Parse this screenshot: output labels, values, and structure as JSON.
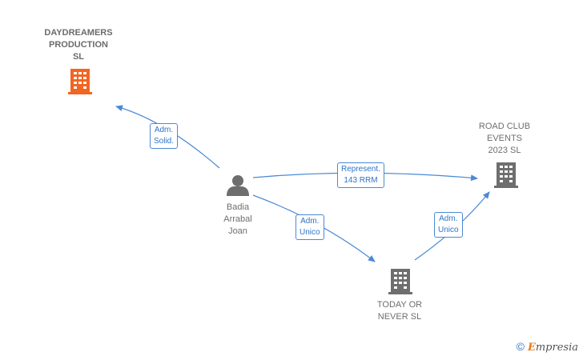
{
  "nodes": {
    "daydreamers": {
      "label": "DAYDREAMERS\nPRODUCTION\nSL",
      "color": "#f26522",
      "kind": "company"
    },
    "person": {
      "label": "Badia\nArrabal\nJoan",
      "color": "#6e6e6e",
      "kind": "person"
    },
    "roadclub": {
      "label": "ROAD CLUB\nEVENTS\n2023  SL",
      "color": "#6e6e6e",
      "kind": "company"
    },
    "today": {
      "label": "TODAY OR\nNEVER  SL",
      "color": "#6e6e6e",
      "kind": "company"
    }
  },
  "edges": {
    "to_daydreamers": {
      "label": "Adm.\nSolid."
    },
    "to_roadclub": {
      "label": "Represent.\n143 RRM"
    },
    "to_today": {
      "label": "Adm.\nUnico"
    },
    "today_to_roadclub": {
      "label": "Adm.\nUnico"
    }
  },
  "colors": {
    "edge": "#4a8ad6",
    "accent": "#f26522",
    "node": "#6e6e6e"
  },
  "brand": {
    "symbol": "©",
    "initial": "E",
    "rest": "mpresia"
  }
}
